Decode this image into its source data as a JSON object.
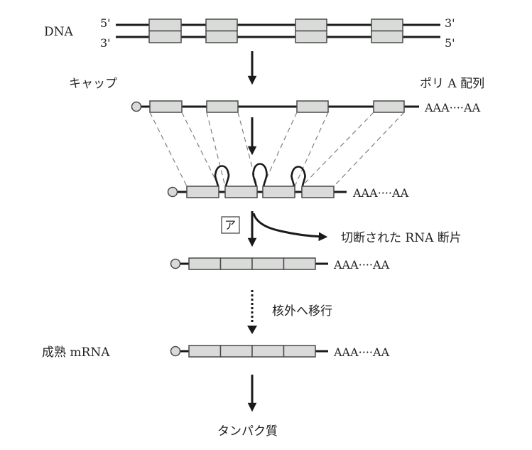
{
  "diagram": {
    "title": "Gene expression: transcription, splicing, nuclear export, translation",
    "colors": {
      "line": "#1a1a1a",
      "exon_fill": "#d9dbd9",
      "exon_stroke": "#4a4a4a",
      "dash": "#808080",
      "text": "#222222"
    },
    "dna": {
      "label": "DNA",
      "top_left_end": "5'",
      "bottom_left_end": "3'",
      "top_right_end": "3'",
      "bottom_right_end": "5'",
      "exon_count": 4
    },
    "pre_mrna": {
      "cap_label": "キャップ",
      "polya_label": "ポリ A 配列",
      "tail": "AAA····AA",
      "exon_count": 4
    },
    "splicing": {
      "tail": "AAA····AA",
      "intron_loops": 3
    },
    "step_a": {
      "box_label": "ア",
      "branch_label": "切断された RNA 断片"
    },
    "spliced_mrna": {
      "tail": "AAA····AA",
      "segments": 4
    },
    "export": {
      "label": "核外へ移行"
    },
    "mature_mrna": {
      "label": "成熟 mRNA",
      "tail": "AAA····AA",
      "segments": 4
    },
    "product": {
      "label": "タンパク質"
    }
  }
}
